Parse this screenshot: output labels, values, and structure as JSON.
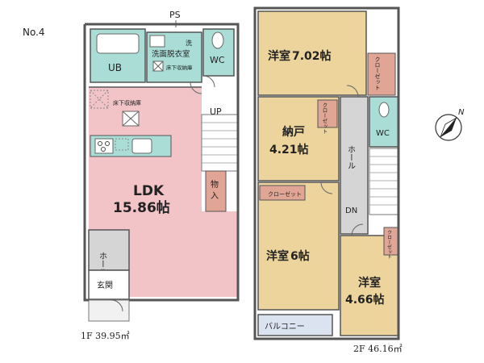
{
  "plan_no": "No.4",
  "colors": {
    "ldk": "#f2c4c8",
    "wet": "#a9ddd6",
    "room": "#ecd49c",
    "hall": "#d5d5d5",
    "storage": "#e0a595",
    "balcony": "#dbe3f1",
    "counter": "#a9ddd6"
  },
  "floor1": {
    "ps": "PS",
    "ub": "UB",
    "washroom": "洗面脱衣室",
    "washroom_mark": "洗",
    "underfloor_storage_a": "床下収納庫",
    "underfloor_storage_b": "床下収納庫",
    "wc": "WC",
    "up": "UP",
    "ldk_name": "LDK",
    "ldk_size": "15.86帖",
    "closet": "物入",
    "hall": "ホール",
    "entrance": "玄関",
    "area_label": "1F  39.95㎡"
  },
  "floor2": {
    "room1_name": "洋室",
    "room1_size": "7.02帖",
    "closet1": "クローゼット",
    "nando_name": "納戸",
    "nando_size": "4.21帖",
    "closet_nando": "クローゼット",
    "hall": "ホール",
    "wc": "WC",
    "closet2": "クローゼット",
    "room2_name": "洋室",
    "room2_size": "6帖",
    "dn": "DN",
    "closet3": "クローゼット",
    "room3_name": "洋室",
    "room3_size": "4.66帖",
    "balcony": "バルコニー",
    "area_label": "2F  46.16㎡"
  },
  "compass": "N"
}
